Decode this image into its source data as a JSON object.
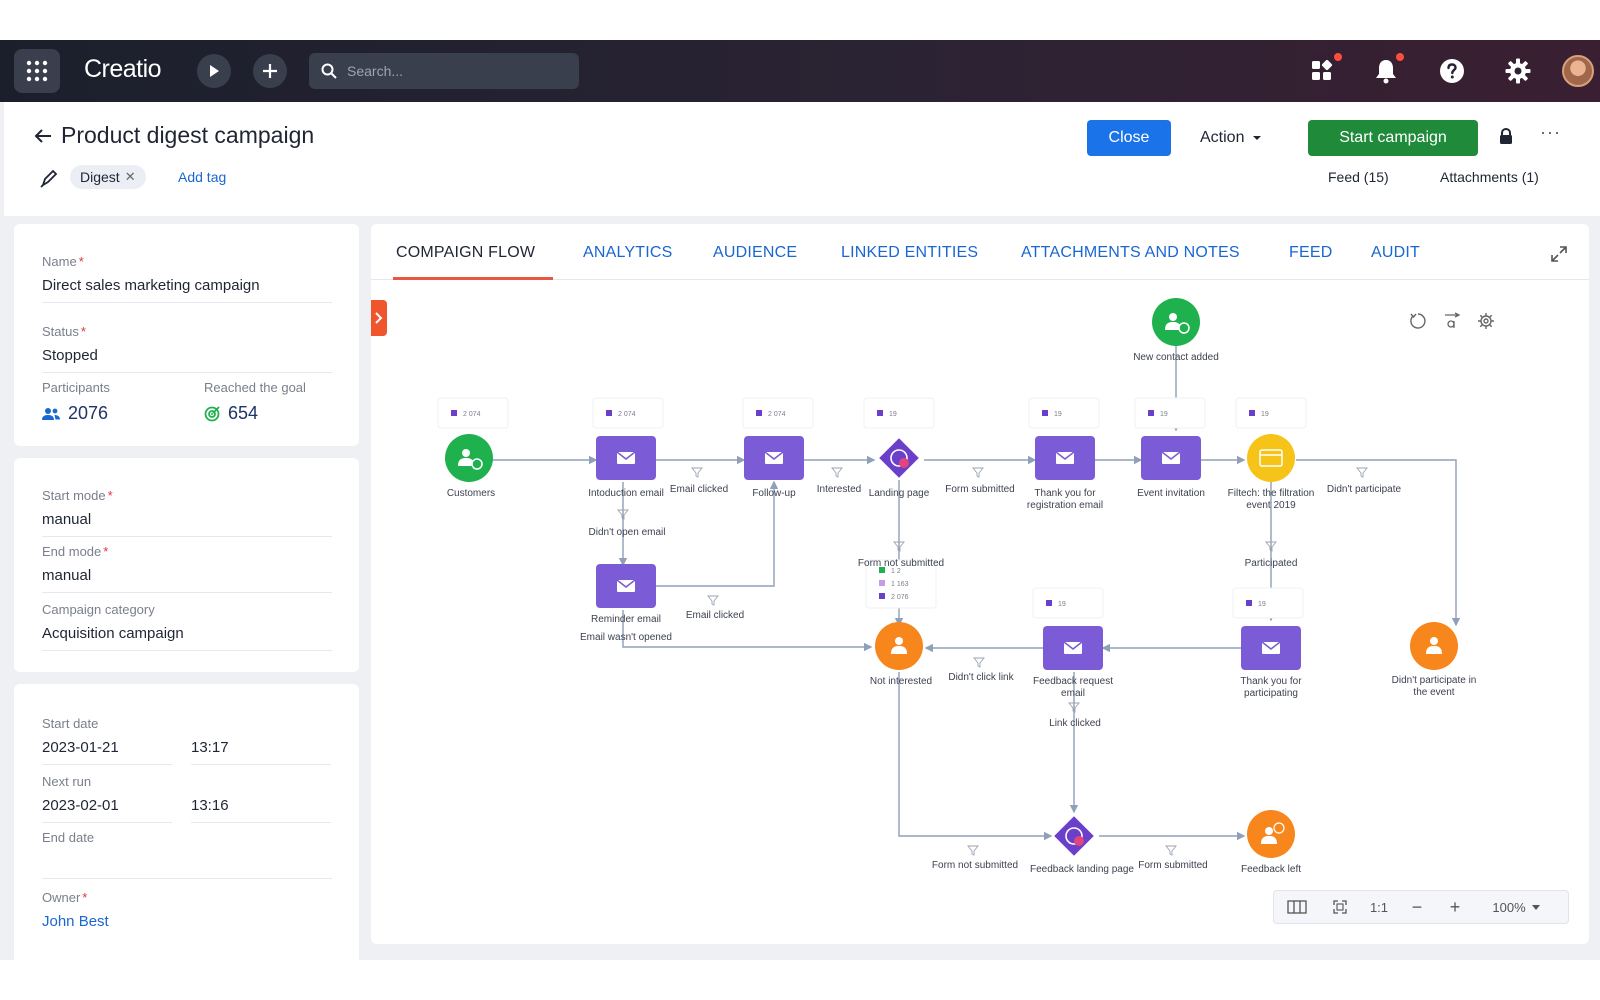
{
  "app": {
    "logo": "Creatio",
    "search_placeholder": "Search..."
  },
  "header": {
    "title": "Product digest campaign",
    "close_label": "Close",
    "action_label": "Action",
    "start_label": "Start campaign",
    "more_label": "···",
    "tag_label": "Digest",
    "add_tag_label": "Add tag",
    "feed_label": "Feed (15)",
    "attachments_label": "Attachments (1)"
  },
  "details": {
    "name_label": "Name",
    "name_value": "Direct sales marketing campaign",
    "status_label": "Status",
    "status_value": "Stopped",
    "participants_label": "Participants",
    "participants_value": "2076",
    "goal_label": "Reached the goal",
    "goal_value": "654",
    "start_mode_label": "Start mode",
    "start_mode_value": "manual",
    "end_mode_label": "End mode",
    "end_mode_value": "manual",
    "category_label": "Campaign category",
    "category_value": "Acquisition campaign",
    "start_date_label": "Start date",
    "start_date_value": "2023-01-21",
    "start_time_value": "13:17",
    "next_run_label": "Next run",
    "next_run_value": "2023-02-01",
    "next_run_time_value": "13:16",
    "end_date_label": "End date",
    "owner_label": "Owner",
    "owner_value": "John Best"
  },
  "tabs": [
    "COMPAIGN FLOW",
    "ANALYTICS",
    "AUDIENCE",
    "LINKED ENTITIES",
    "ATTACHMENTS AND NOTES",
    "FEED",
    "AUDIT"
  ],
  "zoom": {
    "one_to_one": "1:1",
    "level": "100%"
  },
  "flow": {
    "nodes": {
      "customers": "Customers",
      "intro_email": "Intoduction email",
      "follow_up": "Follow-up",
      "landing_page": "Landing page",
      "thank_reg_1": "Thank you for",
      "thank_reg_2": "registration email",
      "event_invitation": "Event invitation",
      "filtech_1": "Filtech: the filtration",
      "filtech_2": "event 2019",
      "new_contact": "New contact added",
      "reminder_email": "Reminder email",
      "not_interested": "Not interested",
      "feedback_request_1": "Feedback request",
      "feedback_request_2": "email",
      "thank_part_1": "Thank you for",
      "thank_part_2": "participating",
      "didnt_participate_node_1": "Didn't participate in",
      "didnt_participate_node_2": "the event",
      "feedback_landing": "Feedback landing page",
      "feedback_left": "Feedback left"
    },
    "conditions": {
      "email_clicked_1": "Email clicked",
      "interested": "Interested",
      "form_submitted_1": "Form submitted",
      "didnt_participate": "Didn't participate",
      "didnt_open": "Didn't open email",
      "form_not_submitted_1": "Form not submitted",
      "participated": "Participated",
      "email_clicked_2": "Email clicked",
      "email_wasnt_opened": "Email wasn't opened",
      "didnt_click": "Didn't click link",
      "link_clicked": "Link clicked",
      "form_not_submitted_2": "Form not submitted",
      "form_submitted_2": "Form submitted"
    },
    "counters": {
      "intro": "2 074",
      "customers": "2 074",
      "follow": "2 074",
      "landing": "19",
      "thank_reg": "19",
      "event": "19",
      "filtech": "19",
      "feedback": "19",
      "thank_part": "19",
      "fns_a": "1 2",
      "fns_b": "1 163",
      "fns_c": "2 076"
    }
  },
  "colors": {
    "email": "#7b5cd6",
    "start": "#1fb14d",
    "exit": "#f7861c",
    "landing": "#6a3fc9",
    "event": "#f6c318",
    "accent": "#e8573f",
    "link": "#1a66d2"
  }
}
